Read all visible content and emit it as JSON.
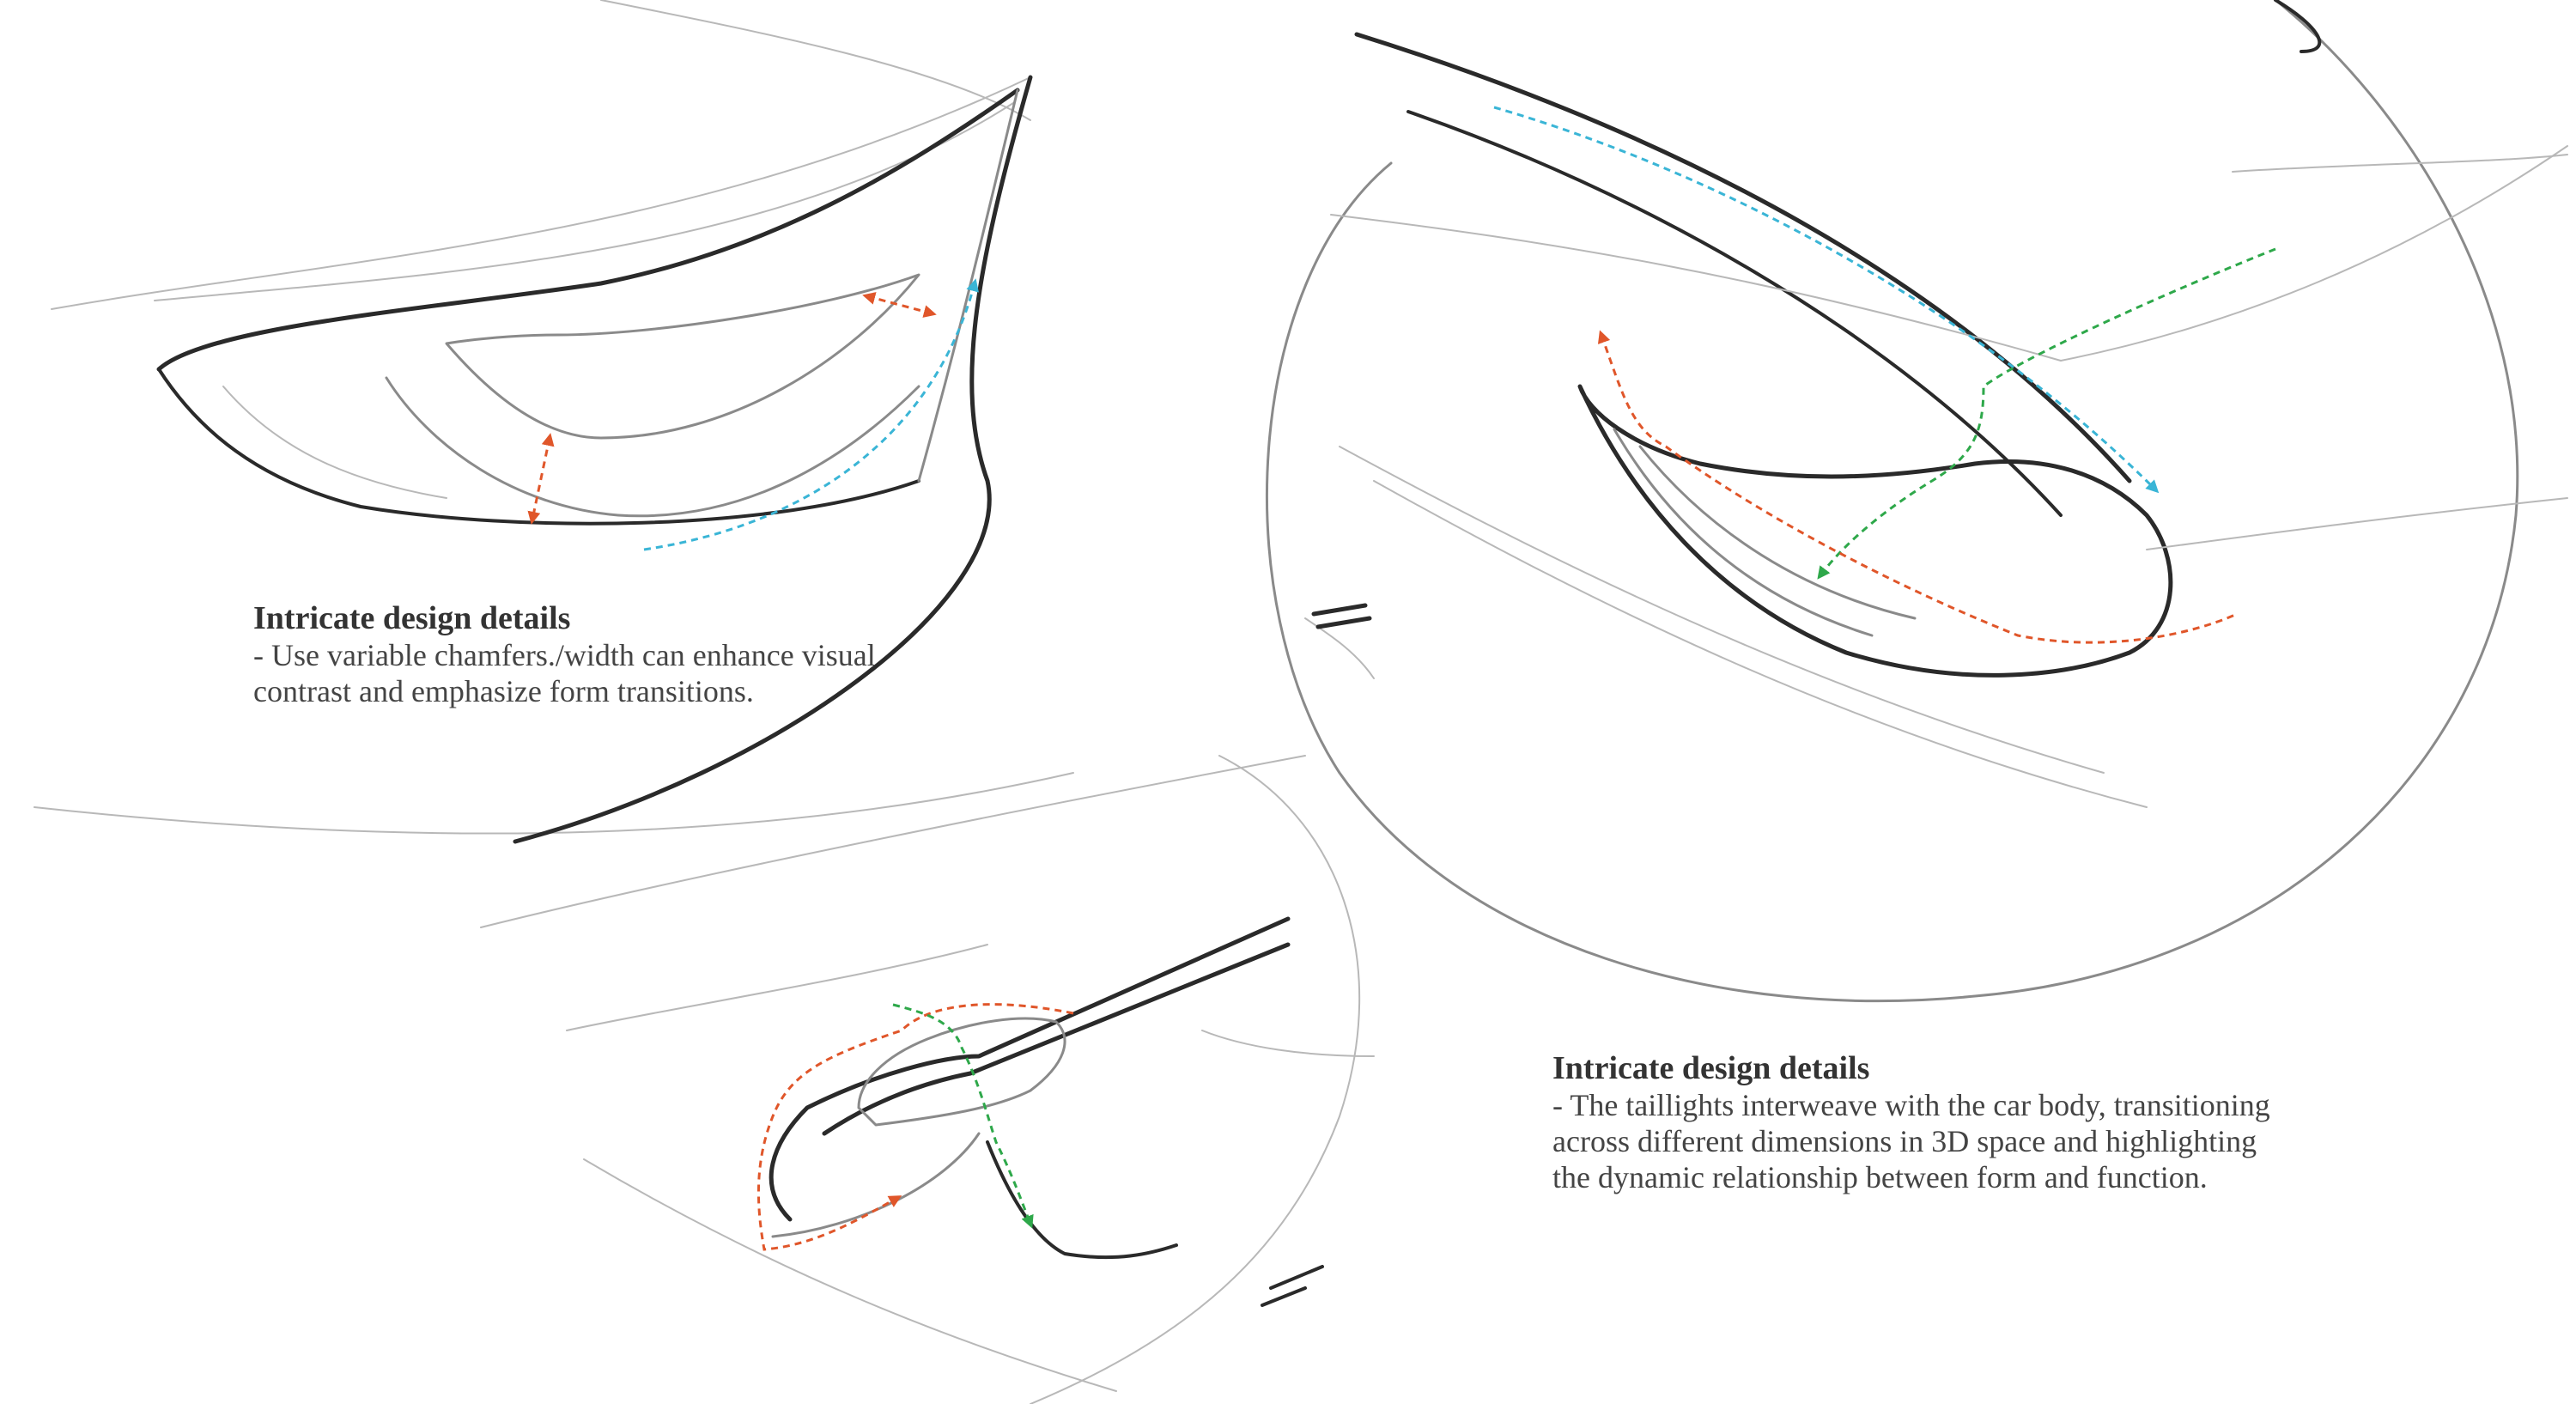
{
  "notes": [
    {
      "heading": "Intricate design details",
      "body": "- Use variable chamfers./width can enhance visual\n  contrast and emphasize form transitions."
    },
    {
      "heading": "Intricate design details",
      "body": "- The taillights interweave with the car body, transitioning\n  across different dimensions in 3D space and highlighting\n  the dynamic relationship between form and function."
    }
  ],
  "colors": {
    "orange_arrow": "#e0562a",
    "blue_arrow": "#3ab5d6",
    "green_arrow": "#2ea84a",
    "pencil": "#3c3c3c"
  }
}
